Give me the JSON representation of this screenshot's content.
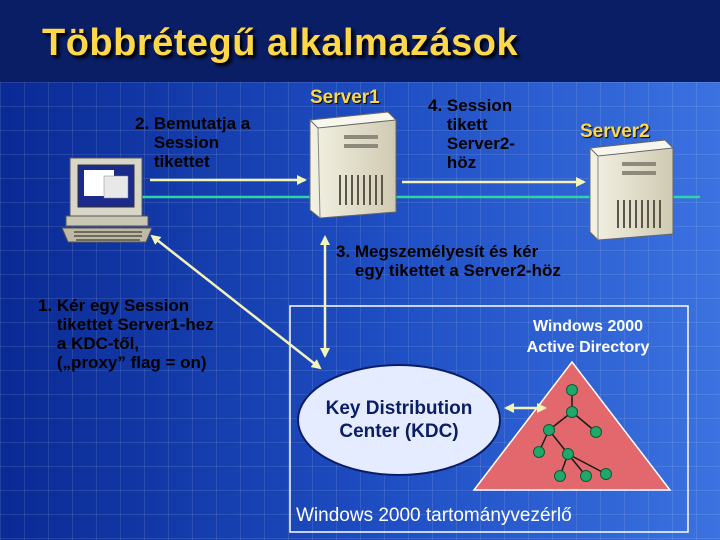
{
  "slide": {
    "title": "Többrétegű alkalmazások"
  },
  "steps": {
    "step1": "1. Kér egy Session\n    tikettet Server1-hez\n    a KDC-től,\n    („proxy” flag = on)",
    "step2": "2. Bemutatja a\n    Session\n    tikettet",
    "step3": "3. Megszemélyesít és kér\n    egy tikettet a Server2-höz",
    "step4": "4. Session\n    tikett\n    Server2-\n    höz"
  },
  "servers": {
    "server1": "Server1",
    "server2": "Server2"
  },
  "active_directory": {
    "label": "Windows 2000\nActive Directory"
  },
  "kdc": {
    "label": "Key Distribution\nCenter (KDC)"
  },
  "domain_controller": {
    "label": "Windows 2000 tartományvezérlő"
  },
  "colors": {
    "title": "#ffd84a",
    "server_label": "#ffd84a",
    "kdc_fill": "#e6ecff",
    "triangle_fill": "#e2686e",
    "tree_node": "#1fa86a",
    "connection_line": "#2fd4a6",
    "arrow": "#f4f4b8"
  }
}
